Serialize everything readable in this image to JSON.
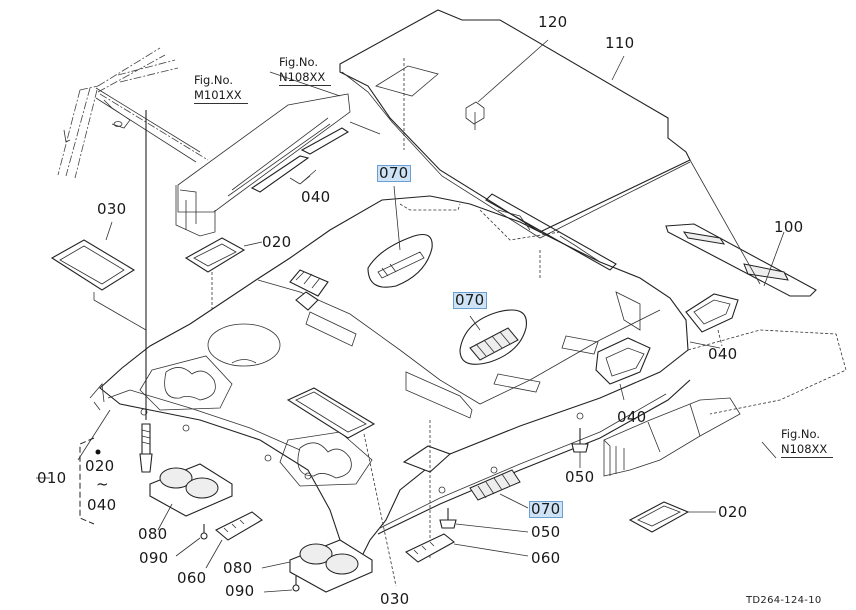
{
  "diagram": {
    "drawing_code": "TD264-124-10",
    "highlight_color": "#cfe3f6",
    "figure_refs": [
      {
        "fig_label": "Fig.No.",
        "fig_number": "M101XX"
      },
      {
        "fig_label": "Fig.No.",
        "fig_number": "N108XX"
      },
      {
        "fig_label": "Fig.No.",
        "fig_number": "N108XX"
      }
    ],
    "callouts": {
      "c120": "120",
      "c110": "110",
      "c070_top": "070",
      "c070_mid": "070",
      "c070_bot": "070",
      "c030_left": "030",
      "c030_bot": "030",
      "c020_left": "020",
      "c020_right": "020",
      "c040_top": "040",
      "c040_right": "040",
      "c040_mid": "040",
      "c100": "100",
      "c050_right": "050",
      "c050_bot": "050",
      "c060_bot": "060",
      "c060_left": "060",
      "c080_left": "080",
      "c080_bot": "080",
      "c090_left": "090",
      "c090_bot": "090",
      "c010": "010"
    },
    "assembly_group": {
      "parent": "010",
      "range_start": "020",
      "range_sep": "~",
      "range_end": "040"
    }
  }
}
